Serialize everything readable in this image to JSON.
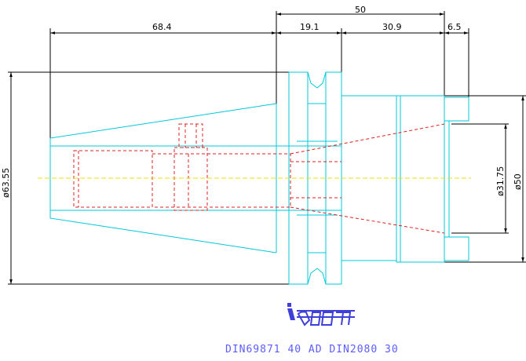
{
  "dimensions": {
    "overall_length_right": "50",
    "taper_length": "68.4",
    "flange_length": "19.1",
    "body_length": "30.9",
    "end_length": "6.5",
    "taper_diameter": "ø63.55",
    "bore_diameter": "ø31.75",
    "body_diameter": "ø50"
  },
  "caption": "DIN69871 40 AD DIN2080 30",
  "logo": "iscar",
  "colors": {
    "dimension_lines": "#000000",
    "outline": "#00c8d8",
    "hidden_lines": "#e02020",
    "centerline": "#f0e000",
    "caption": "#5b5bff"
  }
}
